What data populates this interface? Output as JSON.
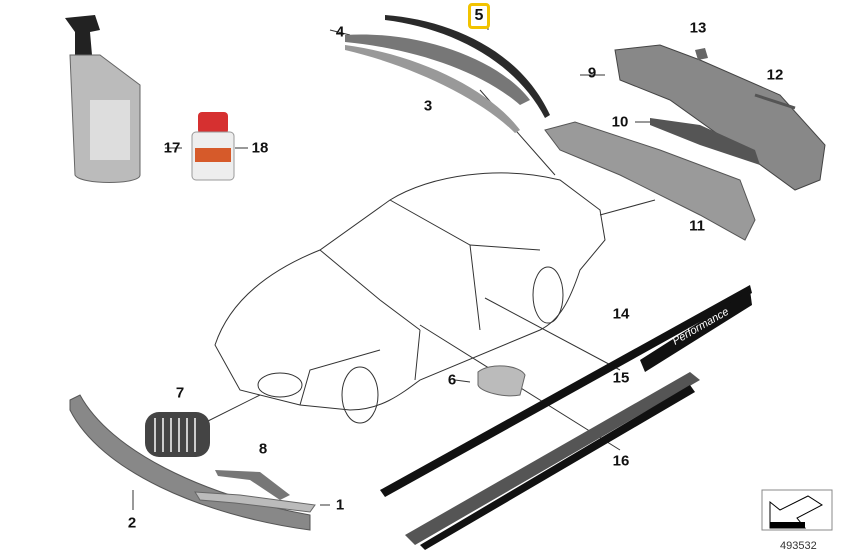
{
  "diagram": {
    "highlighted_part": "5",
    "labels": {
      "p1": "1",
      "p2": "2",
      "p3": "3",
      "p4": "4",
      "p5": "5",
      "p6": "6",
      "p7": "7",
      "p8": "8",
      "p9": "9",
      "p10": "10",
      "p11": "11",
      "p12": "12",
      "p13": "13",
      "p14": "14",
      "p15": "15",
      "p16": "16",
      "p17": "17",
      "p18": "18"
    },
    "decal_text": "Performance",
    "reference_number": "493532",
    "highlight_color": "#f2c300"
  }
}
